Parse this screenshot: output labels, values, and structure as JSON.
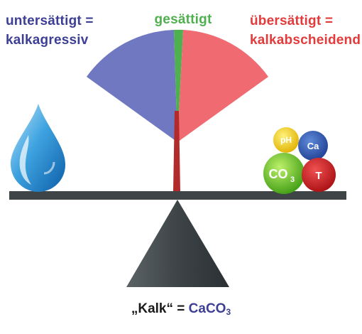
{
  "labels": {
    "left_line1": "untersättigt =",
    "left_line2": "kalkagressiv",
    "middle": "gesättigt",
    "right_line1": "übersättigt =",
    "right_line2": "kalkabscheidend"
  },
  "balls": {
    "ph": "pH",
    "ca": "Ca",
    "co3_main": "CO",
    "co3_sub": "3",
    "t": "T"
  },
  "formula": {
    "prefix": "„Kalk“ = ",
    "ca": "CaCO",
    "sub": "3"
  },
  "icons": [
    "water-drop-icon",
    "ph-ball-icon",
    "calcium-ball-icon",
    "carbonate-ball-icon",
    "temperature-ball-icon"
  ],
  "colors": {
    "undersaturated": "#6f78c0",
    "saturated": "#4fb04f",
    "oversaturated": "#f06a72",
    "needle": "#b32a2a",
    "beam": "#3f4446",
    "label_blue": "#3d3f95",
    "label_green": "#4fb04f",
    "label_red": "#e23b3b"
  }
}
